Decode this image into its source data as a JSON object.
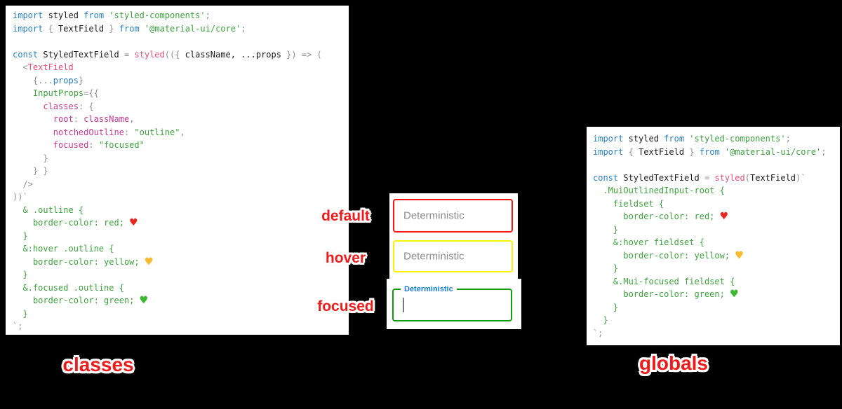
{
  "colors": {
    "background": "#000000",
    "panel_bg": "#ffffff",
    "keyword_blue": "#2b7fc2",
    "string_green": "#3fa03f",
    "function_pink": "#e2507a",
    "property_magenta": "#c23a92",
    "punctuation_gray": "#8c8f93",
    "sticker_red": "#ed1c1c",
    "tf_default_border": "#ff0000",
    "tf_hover_border": "#ffff00",
    "tf_focused_border": "#008000",
    "tf_label_blue": "#1c79d0",
    "placeholder_gray": "#8c8c8c"
  },
  "left_panel": {
    "caption": "classes",
    "lines": [
      [
        {
          "t": "import",
          "c": "kw"
        },
        {
          "t": " styled ",
          "c": "id"
        },
        {
          "t": "from",
          "c": "kw"
        },
        {
          "t": " ",
          "c": "pln"
        },
        {
          "t": "'styled-components'",
          "c": "str"
        },
        {
          "t": ";",
          "c": "pun"
        }
      ],
      [
        {
          "t": "import",
          "c": "kw"
        },
        {
          "t": " ",
          "c": "pln"
        },
        {
          "t": "{",
          "c": "pun"
        },
        {
          "t": " TextField ",
          "c": "id"
        },
        {
          "t": "}",
          "c": "pun"
        },
        {
          "t": " ",
          "c": "pln"
        },
        {
          "t": "from",
          "c": "kw"
        },
        {
          "t": " ",
          "c": "pln"
        },
        {
          "t": "'@material-ui/core'",
          "c": "str"
        },
        {
          "t": ";",
          "c": "pun"
        }
      ],
      [],
      [
        {
          "t": "const",
          "c": "kw"
        },
        {
          "t": " StyledTextField ",
          "c": "id"
        },
        {
          "t": "= ",
          "c": "pun"
        },
        {
          "t": "styled",
          "c": "fn"
        },
        {
          "t": "(({ ",
          "c": "pun"
        },
        {
          "t": "className, ...props",
          "c": "id"
        },
        {
          "t": " }) ",
          "c": "pun"
        },
        {
          "t": "=> (",
          "c": "pun"
        }
      ],
      [
        {
          "t": "  <",
          "c": "pun"
        },
        {
          "t": "TextField",
          "c": "fn"
        }
      ],
      [
        {
          "t": "    {...",
          "c": "pun"
        },
        {
          "t": "props",
          "c": "kw"
        },
        {
          "t": "}",
          "c": "pun"
        }
      ],
      [
        {
          "t": "    ",
          "c": "pln"
        },
        {
          "t": "InputProps",
          "c": "attr"
        },
        {
          "t": "={{",
          "c": "pun"
        }
      ],
      [
        {
          "t": "      ",
          "c": "pln"
        },
        {
          "t": "classes",
          "c": "key"
        },
        {
          "t": ": {",
          "c": "pun"
        }
      ],
      [
        {
          "t": "        ",
          "c": "pln"
        },
        {
          "t": "root",
          "c": "key"
        },
        {
          "t": ": ",
          "c": "pun"
        },
        {
          "t": "className",
          "c": "key"
        },
        {
          "t": ",",
          "c": "pun"
        }
      ],
      [
        {
          "t": "        ",
          "c": "pln"
        },
        {
          "t": "notchedOutline",
          "c": "key"
        },
        {
          "t": ": ",
          "c": "pun"
        },
        {
          "t": "\"outline\"",
          "c": "str"
        },
        {
          "t": ",",
          "c": "pun"
        }
      ],
      [
        {
          "t": "        ",
          "c": "pln"
        },
        {
          "t": "focused",
          "c": "key"
        },
        {
          "t": ": ",
          "c": "pun"
        },
        {
          "t": "\"focused\"",
          "c": "str"
        }
      ],
      [
        {
          "t": "      }",
          "c": "pun"
        }
      ],
      [
        {
          "t": "    } }",
          "c": "pun"
        }
      ],
      [
        {
          "t": "  />",
          "c": "pun"
        }
      ],
      [
        {
          "t": "))`",
          "c": "pun"
        }
      ],
      [
        {
          "t": "  & .outline {",
          "c": "str"
        }
      ],
      [
        {
          "t": "    border-color: red; ",
          "c": "str"
        },
        {
          "t": "♥",
          "c": "heart-red"
        }
      ],
      [
        {
          "t": "  }",
          "c": "str"
        }
      ],
      [
        {
          "t": "  &:hover .outline {",
          "c": "str"
        }
      ],
      [
        {
          "t": "    border-color: yellow; ",
          "c": "str"
        },
        {
          "t": "♥",
          "c": "heart-yellow"
        }
      ],
      [
        {
          "t": "  }",
          "c": "str"
        }
      ],
      [
        {
          "t": "  &.focused .outline {",
          "c": "str"
        }
      ],
      [
        {
          "t": "    border-color: green; ",
          "c": "str"
        },
        {
          "t": "♥",
          "c": "heart-green"
        }
      ],
      [
        {
          "t": "  }",
          "c": "str"
        }
      ],
      [
        {
          "t": "`;",
          "c": "pun"
        }
      ]
    ]
  },
  "right_panel": {
    "caption": "globals",
    "lines": [
      [
        {
          "t": "import",
          "c": "kw"
        },
        {
          "t": " styled ",
          "c": "id"
        },
        {
          "t": "from",
          "c": "kw"
        },
        {
          "t": " ",
          "c": "pln"
        },
        {
          "t": "'styled-components'",
          "c": "str"
        },
        {
          "t": ";",
          "c": "pun"
        }
      ],
      [
        {
          "t": "import",
          "c": "kw"
        },
        {
          "t": " ",
          "c": "pln"
        },
        {
          "t": "{",
          "c": "pun"
        },
        {
          "t": " TextField ",
          "c": "id"
        },
        {
          "t": "}",
          "c": "pun"
        },
        {
          "t": " ",
          "c": "pln"
        },
        {
          "t": "from",
          "c": "kw"
        },
        {
          "t": " ",
          "c": "pln"
        },
        {
          "t": "'@material-ui/core'",
          "c": "str"
        },
        {
          "t": ";",
          "c": "pun"
        }
      ],
      [],
      [
        {
          "t": "const",
          "c": "kw"
        },
        {
          "t": " StyledTextField ",
          "c": "id"
        },
        {
          "t": "= ",
          "c": "pun"
        },
        {
          "t": "styled",
          "c": "fn"
        },
        {
          "t": "(",
          "c": "pun"
        },
        {
          "t": "TextField",
          "c": "id"
        },
        {
          "t": ")`",
          "c": "pun"
        }
      ],
      [
        {
          "t": "  .MuiOutlinedInput-root {",
          "c": "str"
        }
      ],
      [
        {
          "t": "    fieldset {",
          "c": "str"
        }
      ],
      [
        {
          "t": "      border-color: red; ",
          "c": "str"
        },
        {
          "t": "♥",
          "c": "heart-red"
        }
      ],
      [
        {
          "t": "    }",
          "c": "str"
        }
      ],
      [
        {
          "t": "    &:hover fieldset {",
          "c": "str"
        }
      ],
      [
        {
          "t": "      border-color: yellow; ",
          "c": "str"
        },
        {
          "t": "♥",
          "c": "heart-yellow"
        }
      ],
      [
        {
          "t": "    }",
          "c": "str"
        }
      ],
      [
        {
          "t": "    &.Mui-focused fieldset {",
          "c": "str"
        }
      ],
      [
        {
          "t": "      border-color: green; ",
          "c": "str"
        },
        {
          "t": "♥",
          "c": "heart-green"
        }
      ],
      [
        {
          "t": "    }",
          "c": "str"
        }
      ],
      [
        {
          "t": "  }",
          "c": "str"
        }
      ],
      [
        {
          "t": "`;",
          "c": "pun"
        }
      ]
    ]
  },
  "middle": {
    "state_labels": [
      {
        "text": "default"
      },
      {
        "text": "hover"
      },
      {
        "text": "focused"
      }
    ],
    "fields": [
      {
        "state": "default",
        "placeholder": "Deterministic"
      },
      {
        "state": "hover",
        "placeholder": "Deterministic"
      },
      {
        "state": "focused",
        "label": "Deterministic",
        "value": ""
      }
    ]
  }
}
